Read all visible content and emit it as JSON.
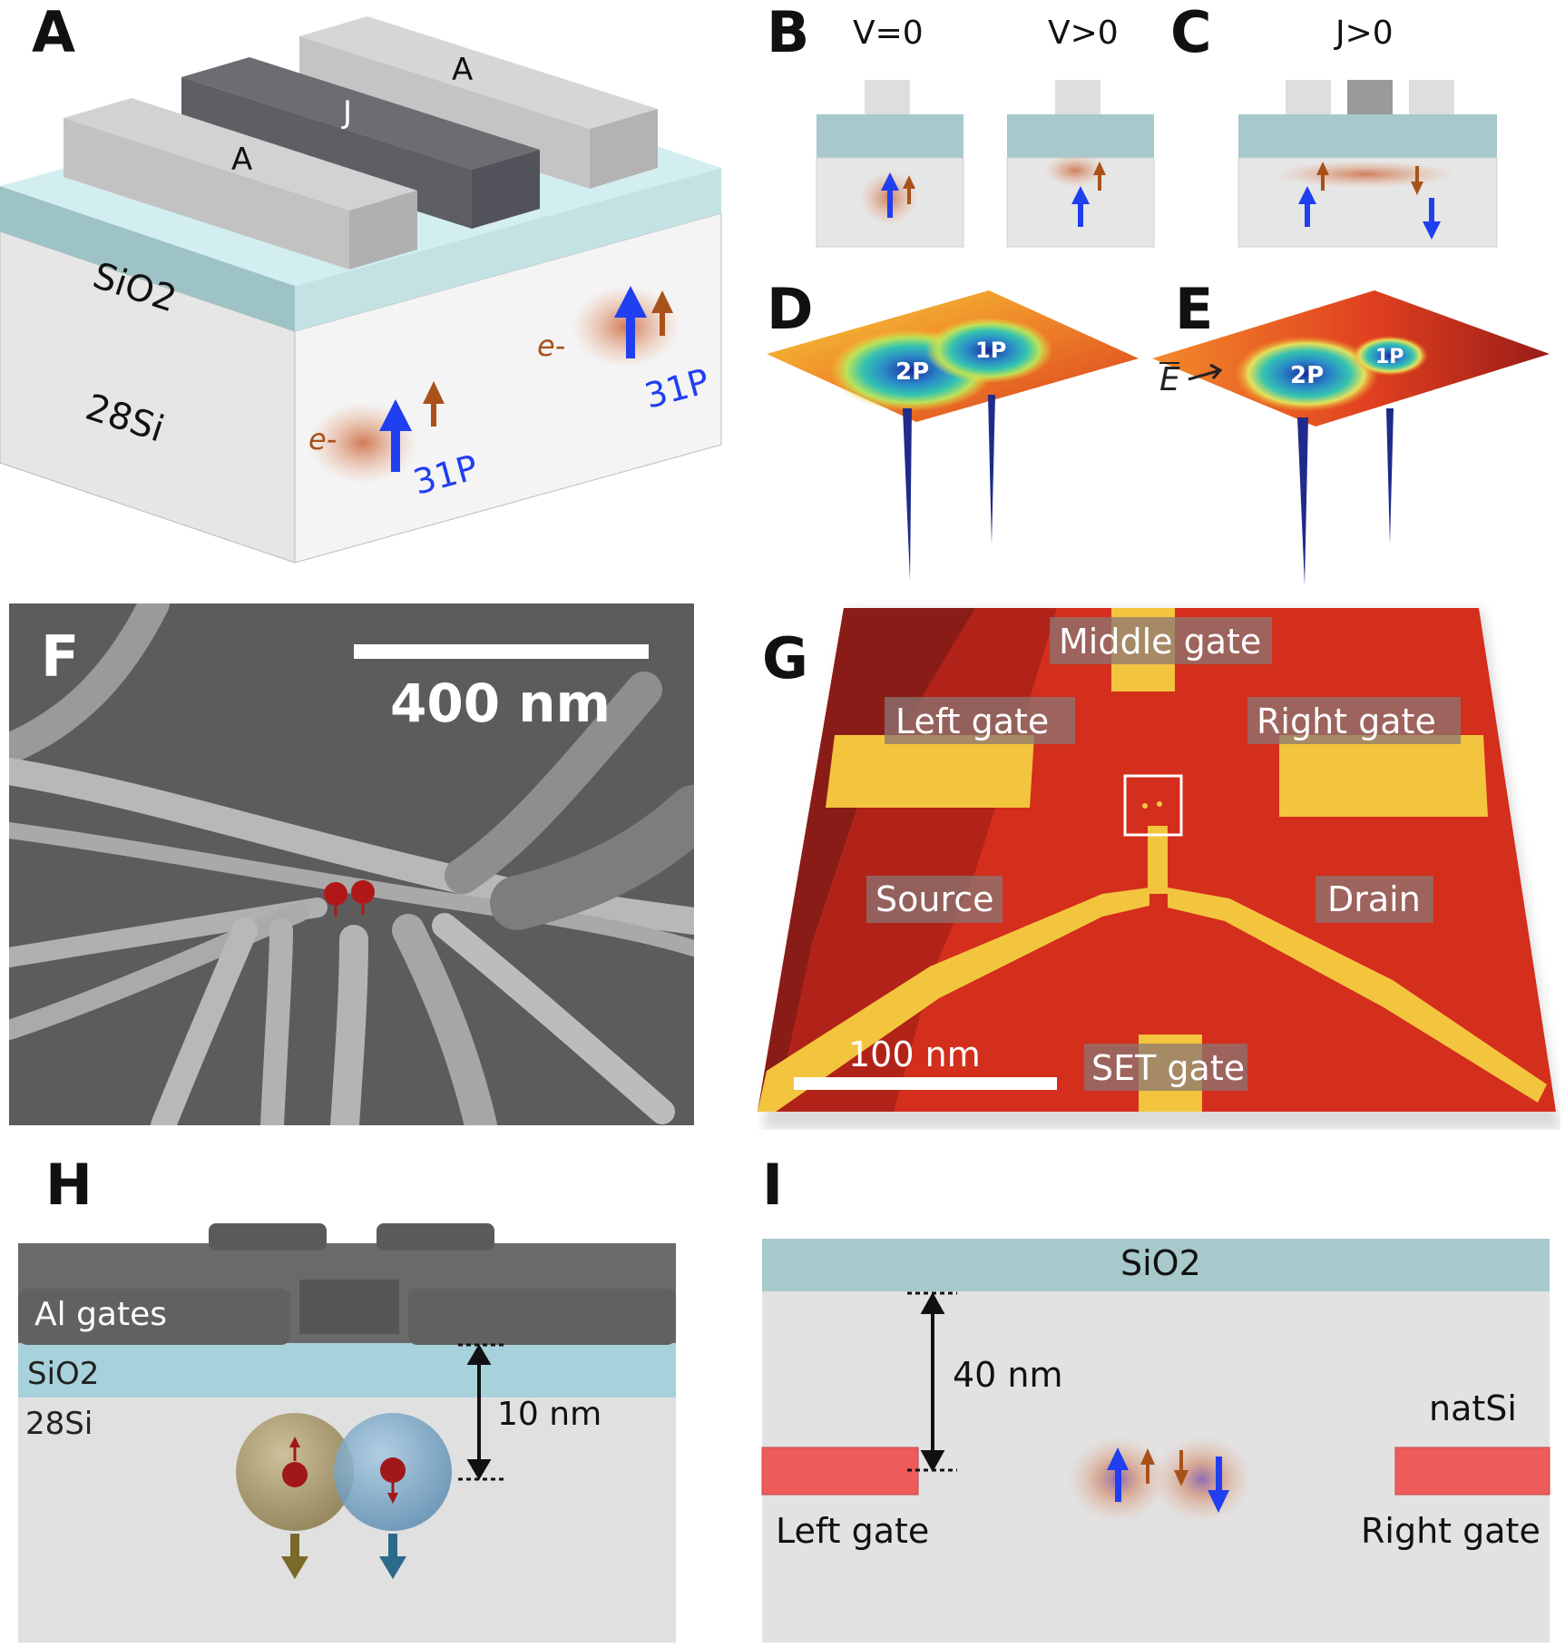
{
  "panels": {
    "A": {
      "label": "A",
      "gate_left": "A",
      "gate_middle": "J",
      "gate_right": "A",
      "oxide": "SiO2",
      "substrate": "28Si",
      "electron": "e-",
      "donor": "31P"
    },
    "B": {
      "label": "B",
      "cond_left": "V=0",
      "cond_right": "V>0"
    },
    "C": {
      "label": "C",
      "cond": "J>0"
    },
    "D": {
      "label": "D",
      "site_a": "2P",
      "site_b": "1P"
    },
    "E": {
      "label": "E",
      "field": "E",
      "site_a": "2P",
      "site_b": "1P"
    },
    "F": {
      "label": "F",
      "scale": "400 nm"
    },
    "G": {
      "label": "G",
      "middle_gate": "Middle gate",
      "left_gate": "Left gate",
      "right_gate": "Right gate",
      "source": "Source",
      "drain": "Drain",
      "set_gate": "SET gate",
      "scale": "100 nm"
    },
    "H": {
      "label": "H",
      "gates": "Al gates",
      "oxide": "SiO2",
      "substrate": "28Si",
      "depth": "10 nm"
    },
    "I": {
      "label": "I",
      "oxide": "SiO2",
      "substrate": "natSi",
      "depth": "40 nm",
      "left_gate": "Left gate",
      "right_gate": "Right gate"
    }
  },
  "colors": {
    "oxide": "#a7c9cc",
    "silicon": "#e4e4e4",
    "spin_nuclear": "#1f2ff0",
    "spin_electron": "#a8521a",
    "gate_red": "#ee5b5b",
    "afm_red": "#c8261b",
    "afm_yellow": "#f3c53e"
  }
}
